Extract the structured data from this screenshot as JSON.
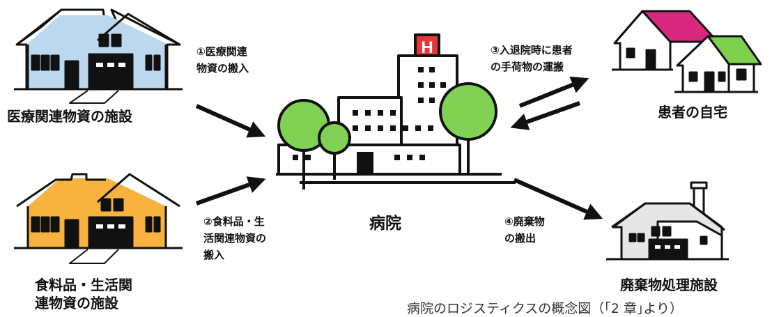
{
  "facilities": {
    "medical_supplier": "医療関連物資の施設",
    "food_supplier": [
      "食料品・生活関",
      "連物資の施設"
    ],
    "hospital": "病院",
    "patient_home": "患者の自宅",
    "waste_facility": "廃棄物処理施設"
  },
  "flows": {
    "f1": [
      "①医療関連",
      "物資の搬入"
    ],
    "f2": [
      "②食料品・生",
      "活関連物資の",
      "搬入"
    ],
    "f3": [
      "③入退院時に患者",
      "の手荷物の運搬"
    ],
    "f4": [
      "④廃棄物",
      "の搬出"
    ]
  },
  "caption": "病院のロジスティクスの概念図（｢2 章｣より）",
  "colors": {
    "medical_house": "#bcd8ef",
    "food_house": "#f7b23f",
    "home_roof_pink": "#d8287e",
    "home_roof_green": "#7fd14d",
    "tree": "#80d154",
    "hospital_sign": "#e2383a",
    "waste_facility": "#e6e6e6",
    "outline": "#111111"
  }
}
